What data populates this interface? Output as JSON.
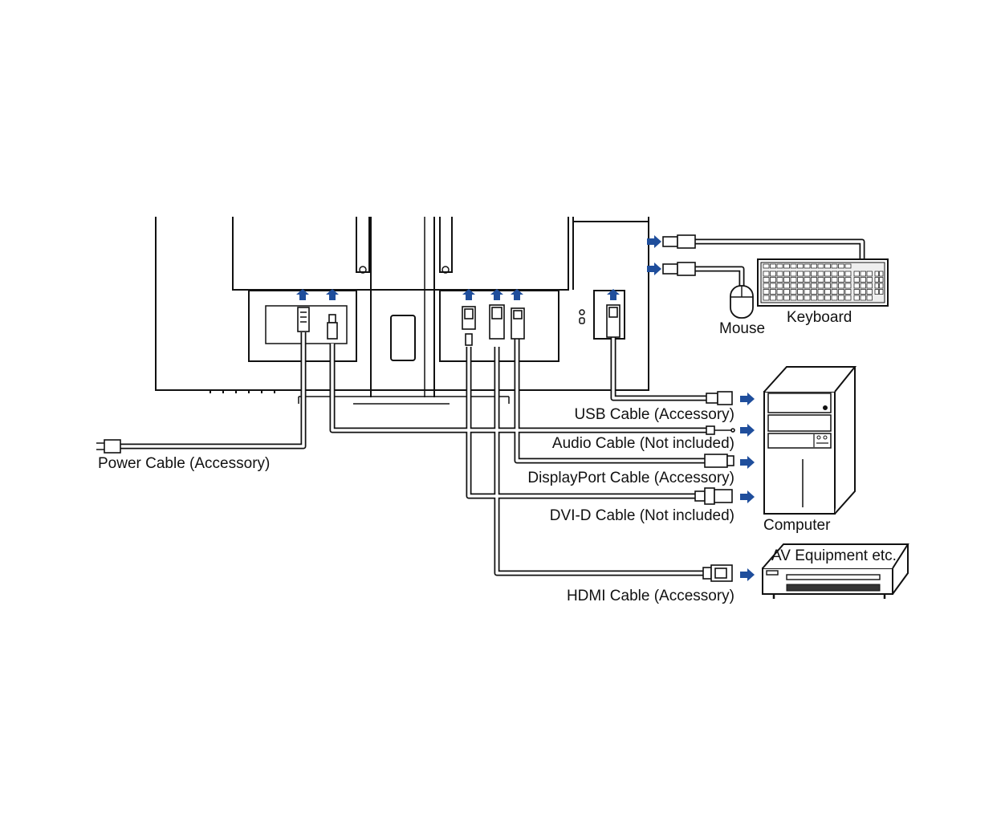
{
  "labels": {
    "mouse": "Mouse",
    "keyboard": "Keyboard",
    "usb_cable": "USB Cable (Accessory)",
    "audio_cable": "Audio Cable (Not included)",
    "displayport_cable": "DisplayPort Cable (Accessory)",
    "dvi_cable": "DVI-D Cable (Not included)",
    "hdmi_cable": "HDMI Cable (Accessory)",
    "power_cable": "Power Cable (Accessory)",
    "computer": "Computer",
    "av_equipment": "AV Equipment etc."
  },
  "colors": {
    "arrow": "#1f4e9c",
    "line": "#111111",
    "cable": "#ffffff"
  },
  "icons": [
    "usb-plug-icon",
    "audio-plug-icon",
    "displayport-plug-icon",
    "dvi-plug-icon",
    "hdmi-plug-icon",
    "power-plug-icon",
    "arrow-right-icon",
    "arrow-up-icon",
    "mouse-icon",
    "keyboard-icon",
    "computer-tower-icon",
    "av-device-icon"
  ]
}
